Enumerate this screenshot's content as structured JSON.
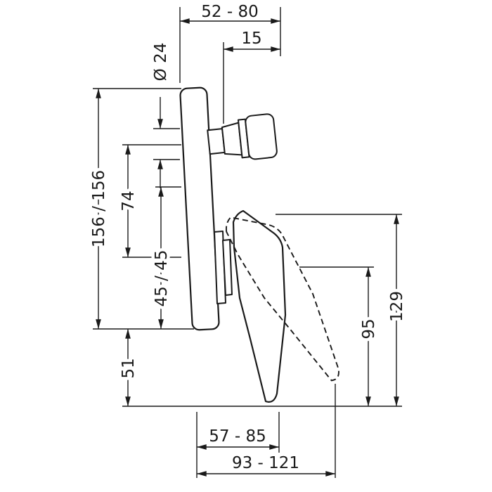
{
  "colors": {
    "ink": "#1a1a1a",
    "background": "#ffffff"
  },
  "dims": {
    "depth_top": "52 - 80",
    "spindle_protrusion": "15",
    "spindle_diameter": "Ø 24",
    "plate_height": "156 / 156",
    "spout_to_handle": "74",
    "handle_to_plate_edge": "45 / 45",
    "plate_to_tip": "51",
    "handle_top_to_tip": "129",
    "lever_span": "95",
    "depth_bottom_inner": "57 - 85",
    "depth_bottom_outer": "93 - 121"
  }
}
